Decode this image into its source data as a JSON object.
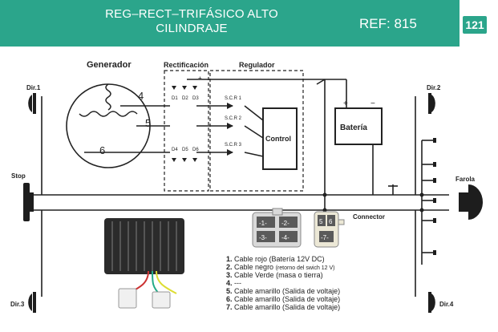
{
  "header": {
    "title": "REG–RECT–TRIFÁSICO ALTO CILINDRAJE",
    "ref": "REF: 815",
    "page_number": "121",
    "brand_color": "#2ba58b"
  },
  "diagram": {
    "generador": "Generador",
    "rectificacion": "Rectificación",
    "regulador": "Regulador",
    "coil_4": "4",
    "coil_5": "5",
    "coil_6": "6",
    "diodes": [
      "D1",
      "D2",
      "D3",
      "D4",
      "D5",
      "D6"
    ],
    "plus": "+",
    "scr": [
      "S.C.R 1",
      "S.C.R 2",
      "S.C.R 3"
    ],
    "control": "Control",
    "bateria": "Batería",
    "bat_plus": "+",
    "bat_minus": "−",
    "dir1": "Dir.1",
    "dir2": "Dir.2",
    "dir3": "Dir.3",
    "dir4": "Dir.4",
    "stop": "Stop",
    "farola": "Farola",
    "connector": "Connector",
    "conn_pins": [
      "-1-",
      "-2-",
      "-3-",
      "-4-"
    ],
    "conn2_pins": [
      "5",
      "6",
      "-7-"
    ]
  },
  "legend": [
    {
      "num": "1.",
      "text": "Cable rojo (Batería 12V  DC)"
    },
    {
      "num": "2.",
      "text": "Cable negro",
      "small": "(retorno del swich 12 V)"
    },
    {
      "num": "3.",
      "text": "Cable Verde (masa o tierra)"
    },
    {
      "num": "4.",
      "text": "---"
    },
    {
      "num": "5.",
      "text": "Cable amarillo (Salida de voltaje)"
    },
    {
      "num": "6.",
      "text": "Cable amarillo (Salida de voltaje)"
    },
    {
      "num": "7.",
      "text": "Cable amarillo (Salida de voltaje)"
    }
  ]
}
